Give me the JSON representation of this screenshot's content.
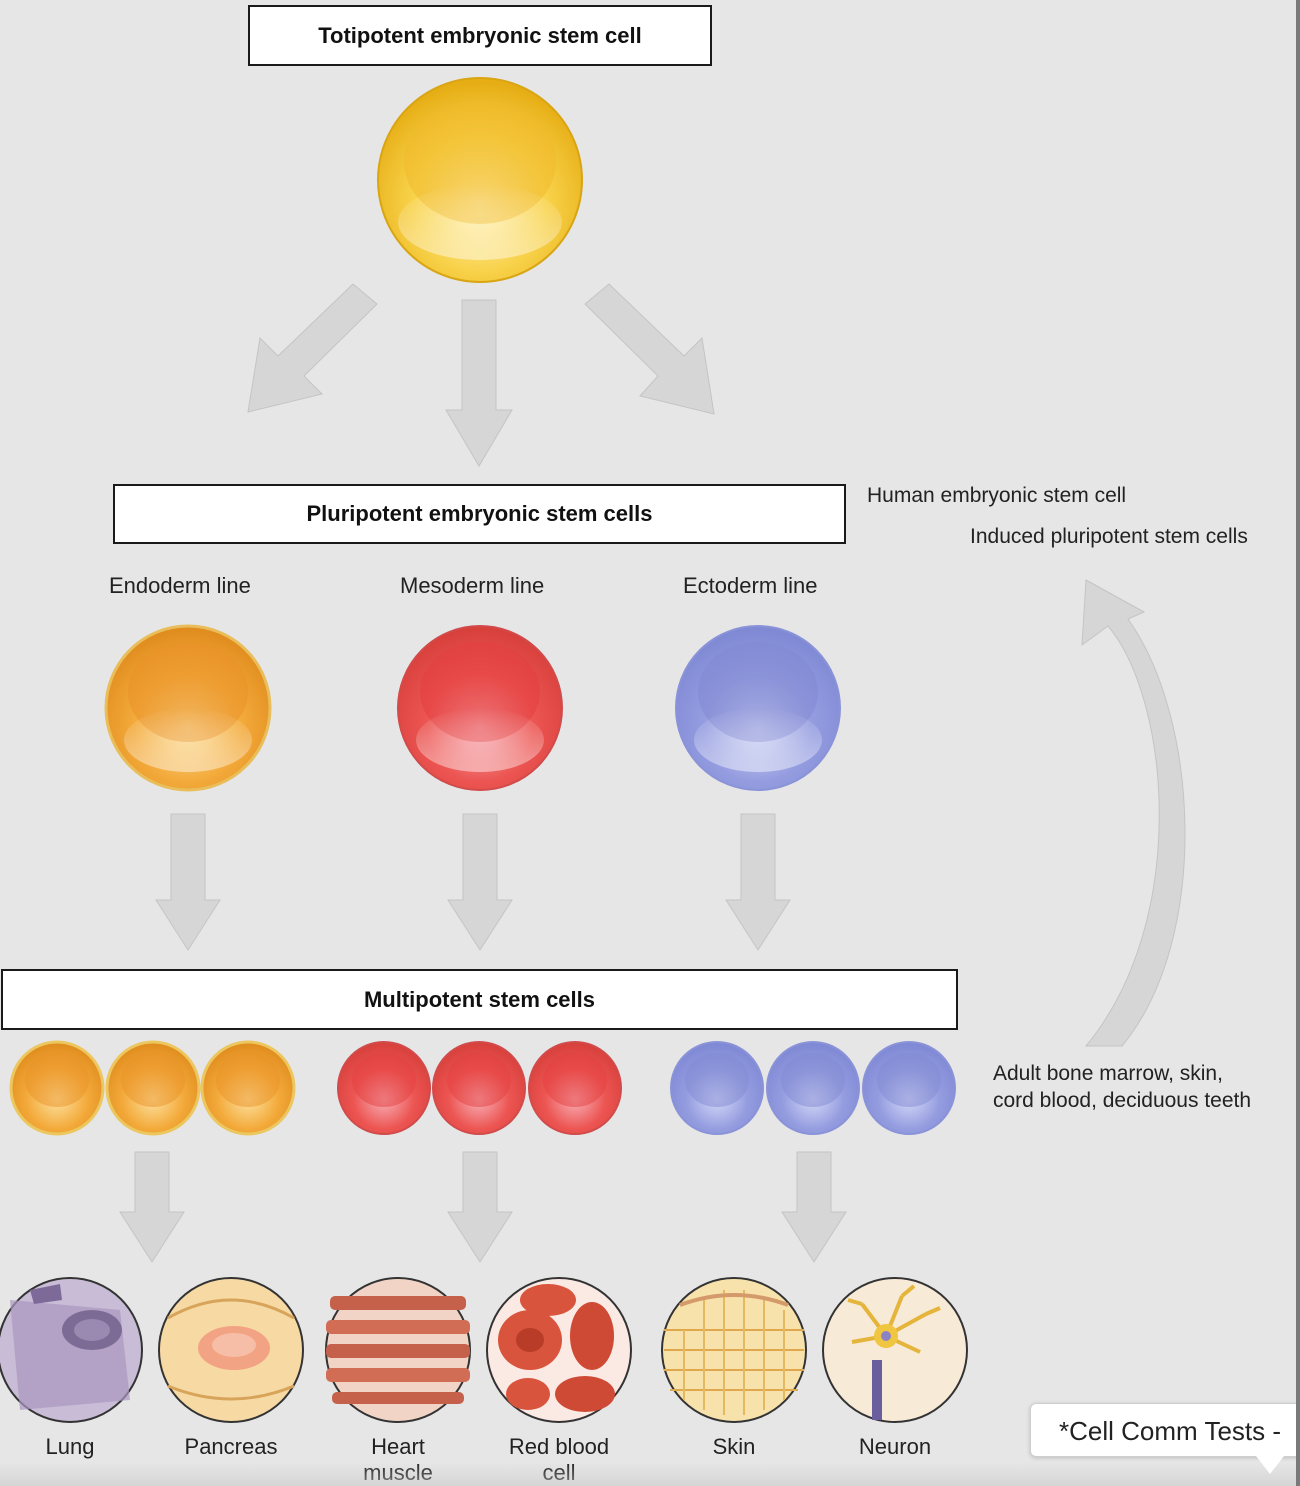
{
  "titles": {
    "totipotent": "Totipotent embryonic stem cell",
    "pluripotent": "Pluripotent embryonic stem cells",
    "multipotent": "Multipotent stem cells"
  },
  "lines": {
    "endoderm": "Endoderm line",
    "mesoderm": "Mesoderm line",
    "ectoderm": "Ectoderm line"
  },
  "side_notes": {
    "human_embryonic": "Human embryonic stem cell",
    "induced": "Induced pluripotent stem cells",
    "adult_1": "Adult bone marrow, skin,",
    "adult_2": "cord blood, deciduous teeth"
  },
  "cell_types": [
    {
      "line1": "Lung",
      "line2": ""
    },
    {
      "line1": "Pancreas",
      "line2": ""
    },
    {
      "line1": "Heart",
      "line2": "muscle"
    },
    {
      "line1": "Red blood",
      "line2": "cell"
    },
    {
      "line1": "Skin",
      "line2": ""
    },
    {
      "line1": "Neuron",
      "line2": ""
    }
  ],
  "tooltip": {
    "text": "*Cell Comm Tests -"
  },
  "colors": {
    "background": "#e6e6e6",
    "totipotent": "#f7c93a",
    "endoderm": "#f2a531",
    "mesoderm": "#e94c48",
    "ectoderm": "#8d96dc",
    "arrow": "#d5d5d5"
  }
}
